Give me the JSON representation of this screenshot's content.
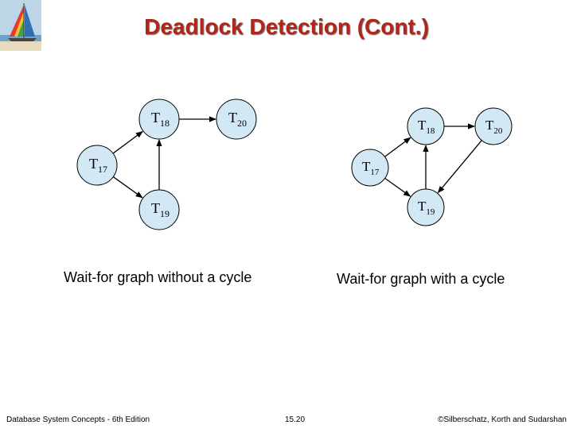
{
  "title": "Deadlock Detection (Cont.)",
  "graphs": [
    {
      "caption": "Wait-for graph without a cycle",
      "nodes": [
        {
          "id": "T18",
          "label": "T",
          "sub": "18"
        },
        {
          "id": "T20",
          "label": "T",
          "sub": "20"
        },
        {
          "id": "T17",
          "label": "T",
          "sub": "17"
        },
        {
          "id": "T19",
          "label": "T",
          "sub": "19"
        }
      ],
      "edges": [
        [
          "T17",
          "T18"
        ],
        [
          "T18",
          "T20"
        ],
        [
          "T19",
          "T18"
        ],
        [
          "T17",
          "T19"
        ]
      ]
    },
    {
      "caption": "Wait-for graph with a cycle",
      "nodes": [
        {
          "id": "T18",
          "label": "T",
          "sub": "18"
        },
        {
          "id": "T20",
          "label": "T",
          "sub": "20"
        },
        {
          "id": "T17",
          "label": "T",
          "sub": "17"
        },
        {
          "id": "T19",
          "label": "T",
          "sub": "19"
        }
      ],
      "edges": [
        [
          "T17",
          "T18"
        ],
        [
          "T18",
          "T20"
        ],
        [
          "T19",
          "T18"
        ],
        [
          "T17",
          "T19"
        ],
        [
          "T20",
          "T19"
        ]
      ]
    }
  ],
  "footer": {
    "left": "Database System Concepts - 6th Edition",
    "center": "15.20",
    "right": "©Silberschatz, Korth and Sudarshan"
  }
}
